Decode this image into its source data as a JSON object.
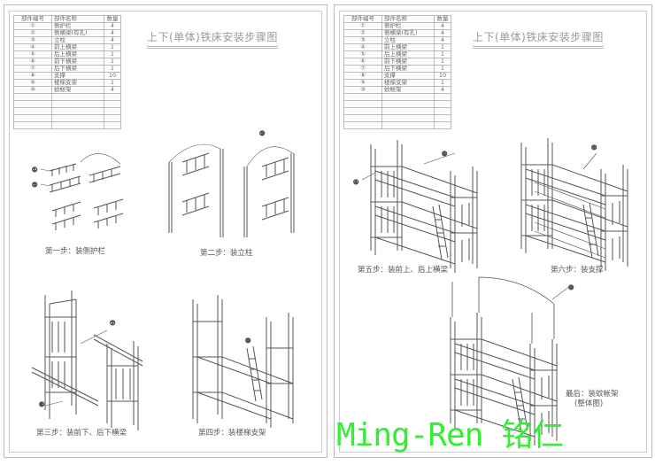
{
  "title": "上下(单体)铁床安装步骤图",
  "parts_table": {
    "headers": [
      "部件编号",
      "部件名称",
      "数量"
    ],
    "rows": [
      {
        "no": "①",
        "name": "侧护栏",
        "qty": "4"
      },
      {
        "no": "②",
        "name": "侧横梁(有孔)",
        "qty": "4"
      },
      {
        "no": "③",
        "name": "立柱",
        "qty": "4"
      },
      {
        "no": "④",
        "name": "前上横梁",
        "qty": "1"
      },
      {
        "no": "⑤",
        "name": "后上横梁",
        "qty": "1"
      },
      {
        "no": "⑥",
        "name": "前下横梁",
        "qty": "1"
      },
      {
        "no": "⑦",
        "name": "后下横梁",
        "qty": "1"
      },
      {
        "no": "⑧",
        "name": "支撑",
        "qty": "10"
      },
      {
        "no": "⑨",
        "name": "楼梯支架",
        "qty": "1"
      },
      {
        "no": "⑩",
        "name": "蚊帐架",
        "qty": "4"
      }
    ]
  },
  "steps": {
    "s1": "第一步：装侧护栏",
    "s2": "第二步：装立柱",
    "s3": "第三步：装前下、后下横梁",
    "s4": "第四步：装楼梯支架",
    "s5": "第五步：装前上、后上横梁",
    "s6": "第六步：装支撑",
    "final": "最后：装蚊帐架",
    "final_sub": "(整体图)"
  },
  "callouts": [
    "①",
    "②",
    "③",
    "④",
    "⑤",
    "⑥",
    "⑦",
    "⑧",
    "⑨",
    "⑩"
  ],
  "watermark": "Ming-Ren 铭仁",
  "colors": {
    "watermark": "#33ee33",
    "line": "#555555"
  }
}
